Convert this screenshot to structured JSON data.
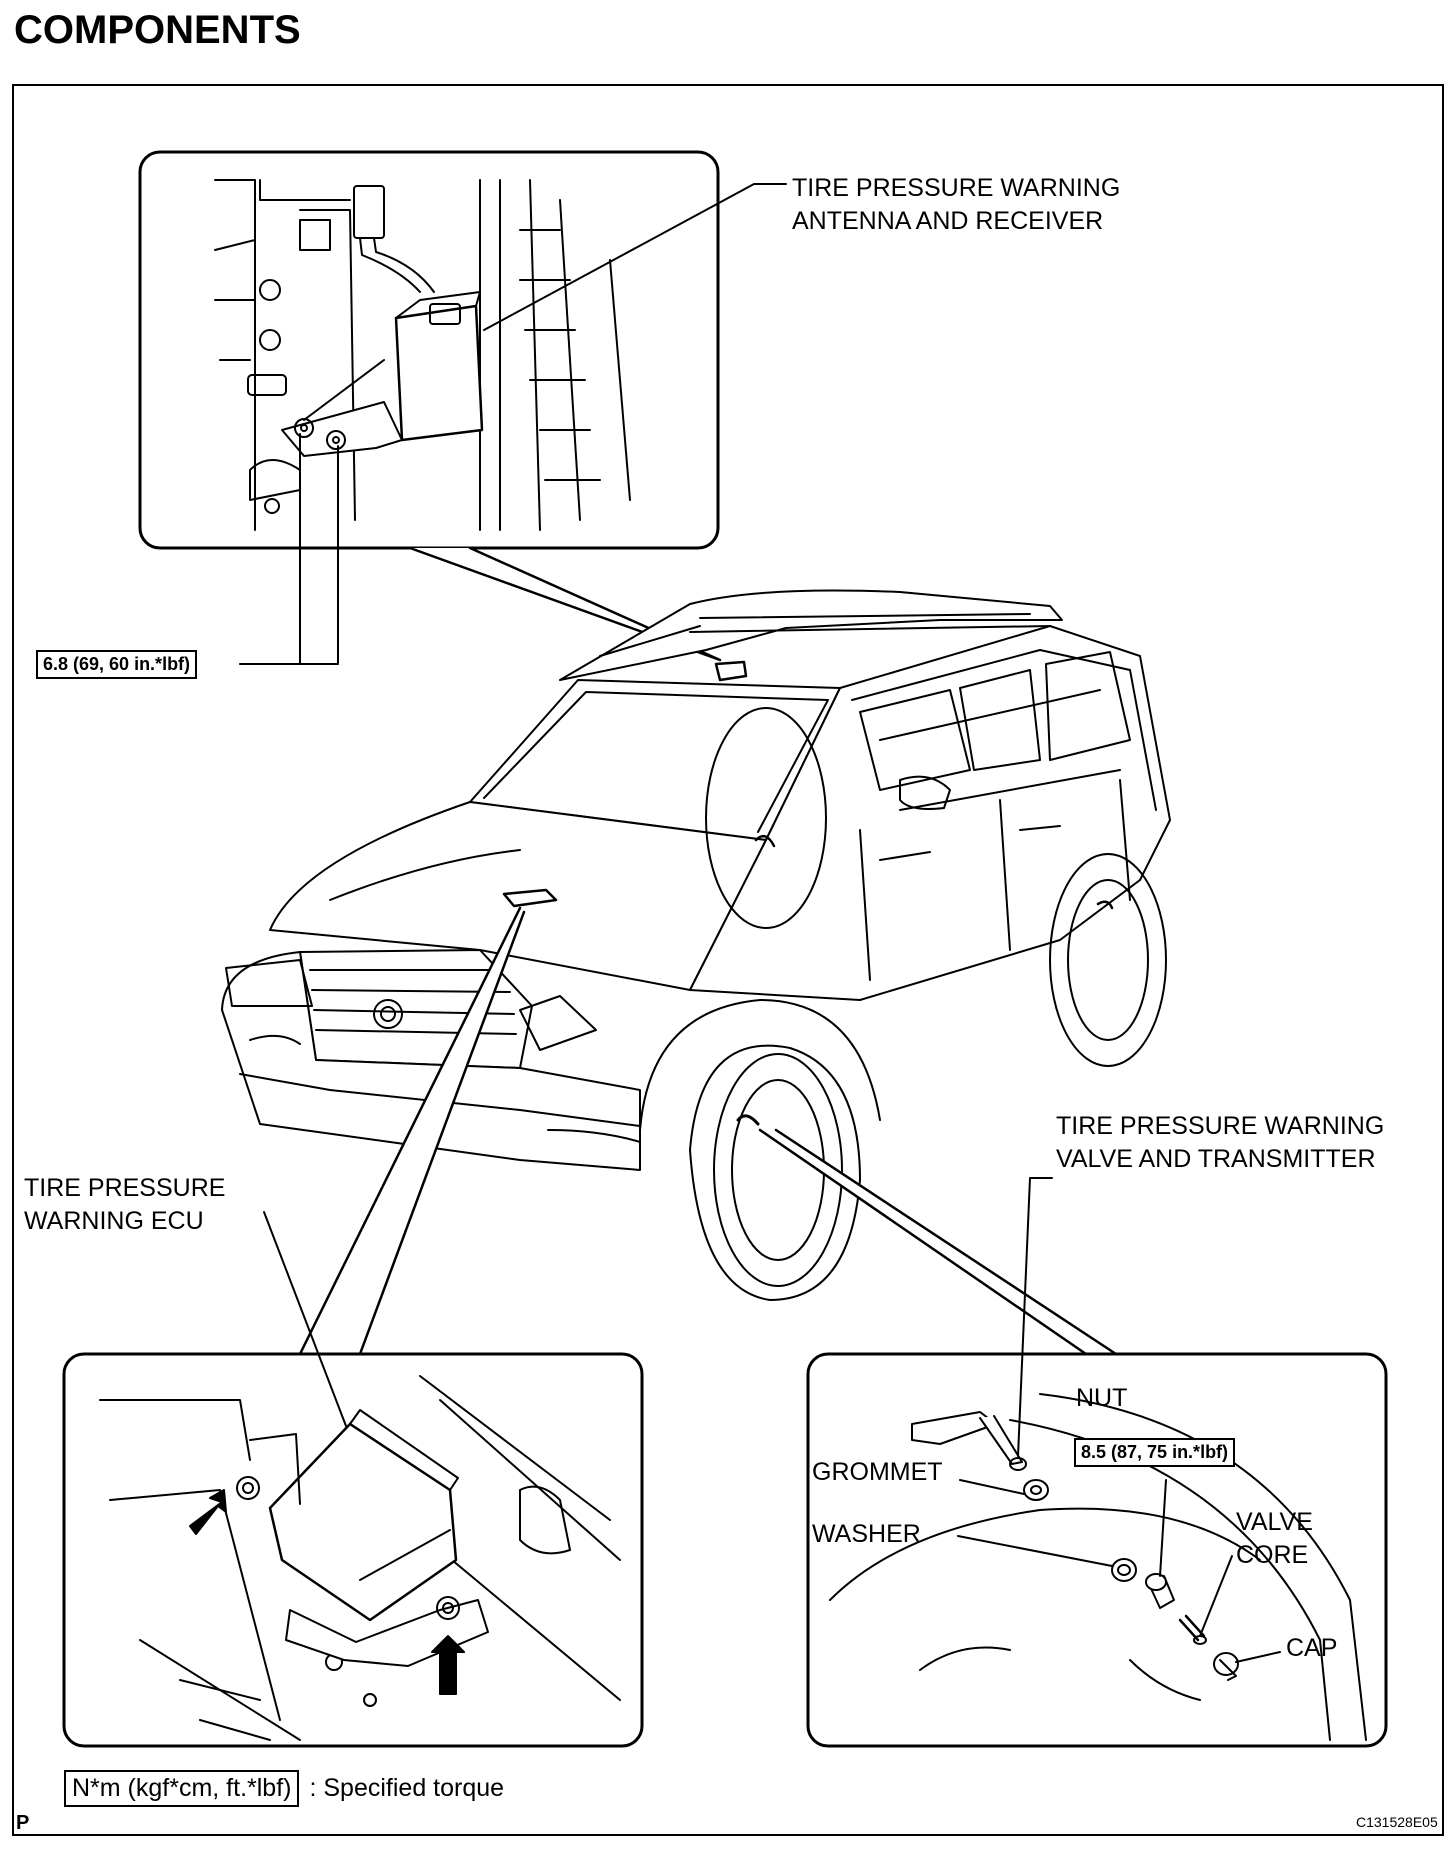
{
  "page": {
    "title": "COMPONENTS",
    "page_marker": "P",
    "figure_code": "C131528E05"
  },
  "labels": {
    "antenna_receiver": [
      "TIRE PRESSURE WARNING",
      "ANTENNA AND RECEIVER"
    ],
    "valve_transmitter": [
      "TIRE PRESSURE WARNING",
      "VALVE AND TRANSMITTER"
    ],
    "ecu": [
      "TIRE PRESSURE",
      "WARNING ECU"
    ],
    "nut": "NUT",
    "grommet": "GROMMET",
    "washer": "WASHER",
    "valve_core": [
      "VALVE",
      "CORE"
    ],
    "cap": "CAP"
  },
  "torques": {
    "receiver_bolts": "6.8 (69, 60 in.*lbf)",
    "nut": "8.5 (87, 75 in.*lbf)"
  },
  "legend": {
    "unit_box": "N*m (kgf*cm, ft.*lbf)",
    "description": ": Specified torque"
  },
  "colors": {
    "ink": "#000000",
    "background": "#ffffff"
  }
}
